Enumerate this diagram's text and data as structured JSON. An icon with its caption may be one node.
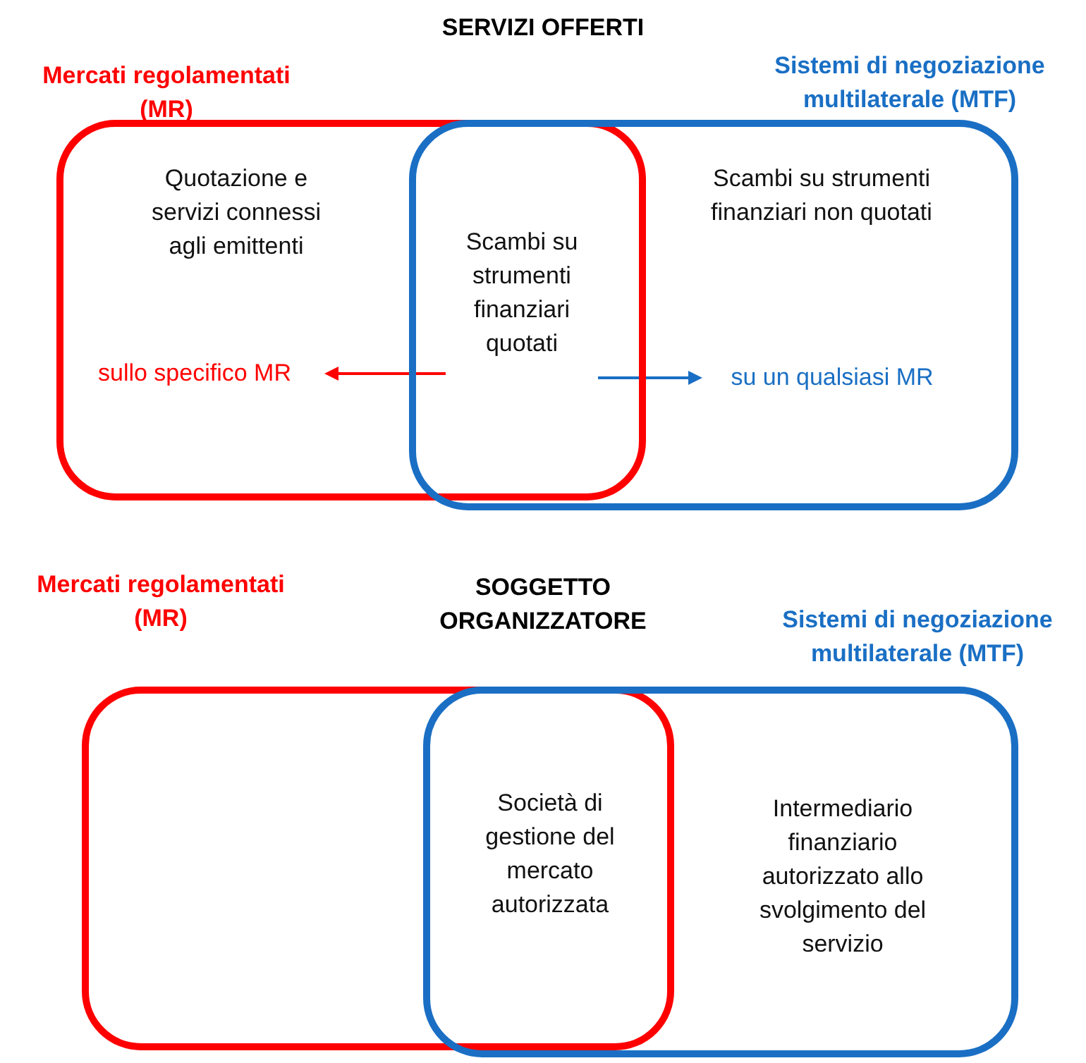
{
  "diagram": {
    "nodes": [
      {
        "text": [
          "Mercati regolamentati (MR)"
        ]
      },
      {
        "text": [
          "Sistemi di negoziazione multilaterale (MTF)"
        ]
      },
      {
        "text": [
          "Quotazione e servizi connessi agli emittenti"
        ],
        "in": 0
      },
      {
        "text": [
          "Scambi su strumenti finanziari quotati"
        ]
      },
      {
        "text": [
          "Scambi su strumenti finanziari non quotati"
        ],
        "in": 1
      },
      {
        "text": [
          "sullo specifico MR"
        ],
        "in": 0
      },
      {
        "text": [
          "su un qualsiasi MR"
        ],
        "in": 1
      },
      {
        "text": [
          "Mercati regolamentati (MR)"
        ]
      },
      {
        "text": [
          "Sistemi di negoziazione multilaterale (MTF)"
        ]
      },
      {
        "text": [
          "Società di gestione del mercato autorizzata"
        ]
      },
      {
        "text": [
          "Intermediario finanziario autorizzato allo svolgimento del servizio"
        ],
        "in": 8
      }
    ],
    "edges": [
      {
        "from": 3,
        "to": 5,
        "arrow": "to",
        "color": "#ff0000"
      },
      {
        "from": 3,
        "to": 6,
        "arrow": "to",
        "color": "#1a6fc4"
      }
    ],
    "labels": [
      "SERVIZI OFFERTI",
      "SOGGETTO ORGANIZZATORE"
    ]
  }
}
